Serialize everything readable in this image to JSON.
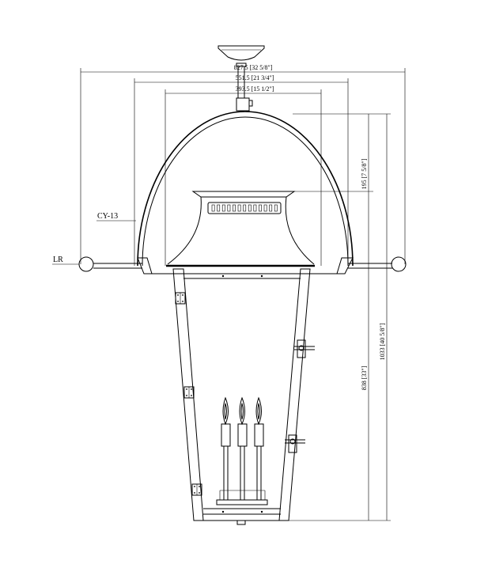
{
  "dimensions": {
    "overall_width": "827.5 [32 5/8\"]",
    "arm_width": "551.5 [21 3/4\"]",
    "body_width": "393.5 [15 1/2\"]",
    "hood_height": "195 [7 5/8\"]",
    "overall_height": "1033 [40 5/8\"]",
    "body_height": "838 [33\"]"
  },
  "callouts": {
    "cy": "CY-13",
    "lr": "LR"
  }
}
